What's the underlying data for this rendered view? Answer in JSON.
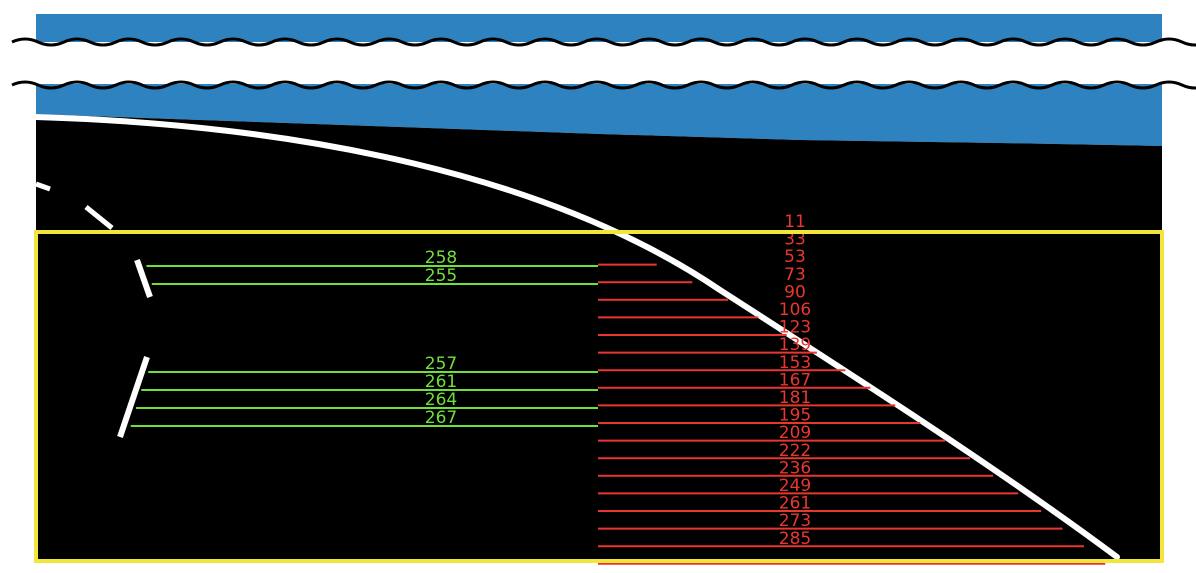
{
  "colors": {
    "sky": "#2d82bf",
    "road": "#000000",
    "lane_marking": "#ffffff",
    "roi_border": "#f2e63a",
    "left_distance": "#6fe03a",
    "right_distance": "#e8372f",
    "background": "#ffffff"
  },
  "left_distances": [
    "258",
    "255",
    "257",
    "261",
    "264",
    "267"
  ],
  "right_distances": [
    "11",
    "33",
    "53",
    "73",
    "90",
    "106",
    "123",
    "139",
    "153",
    "167",
    "181",
    "195",
    "209",
    "222",
    "236",
    "249",
    "261",
    "273",
    "285"
  ]
}
